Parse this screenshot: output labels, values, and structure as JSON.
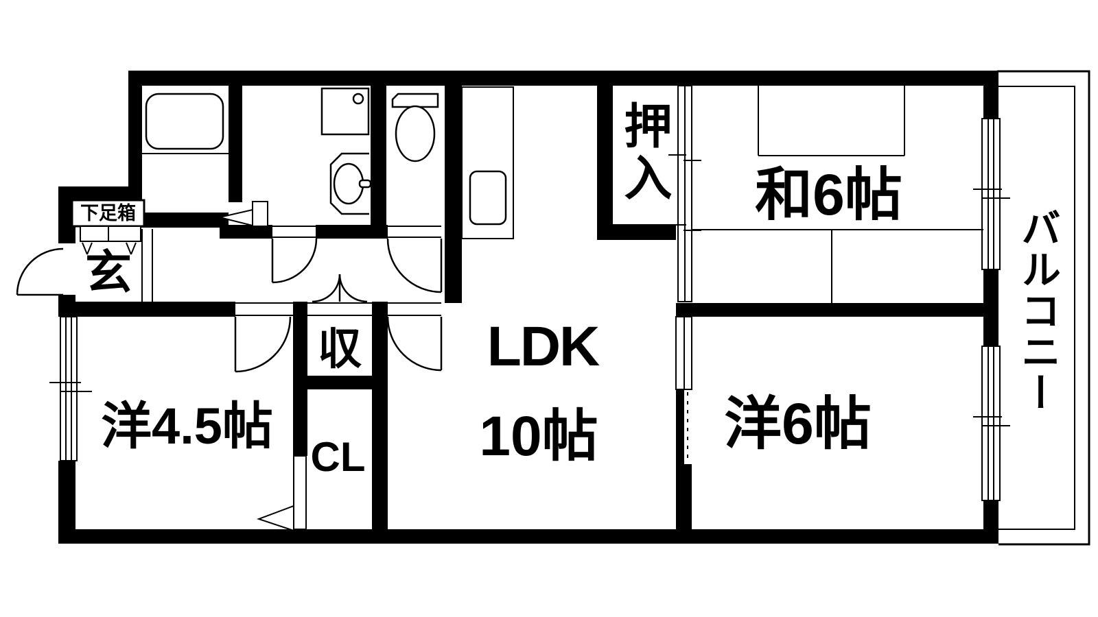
{
  "drawing_type": "apartment-floor-plan",
  "colors": {
    "wall": "#000000",
    "line": "#000000",
    "background": "#ffffff"
  },
  "rooms": {
    "genkan": {
      "label": "玄"
    },
    "shoebox": {
      "label": "下足箱"
    },
    "western_45": {
      "label": "洋4.5帖"
    },
    "closet_cl": {
      "label": "CL"
    },
    "storage": {
      "label": "収"
    },
    "ldk": {
      "label": "LDK",
      "size": "10帖"
    },
    "oshiire": {
      "label": "押入"
    },
    "japanese_6": {
      "label": "和6帖"
    },
    "western_6": {
      "label": "洋6帖"
    },
    "balcony": {
      "label": "バルコニー"
    }
  },
  "fixtures": [
    "bathtub",
    "washbasin",
    "washing-machine-pan",
    "toilet",
    "kitchen-sink"
  ]
}
